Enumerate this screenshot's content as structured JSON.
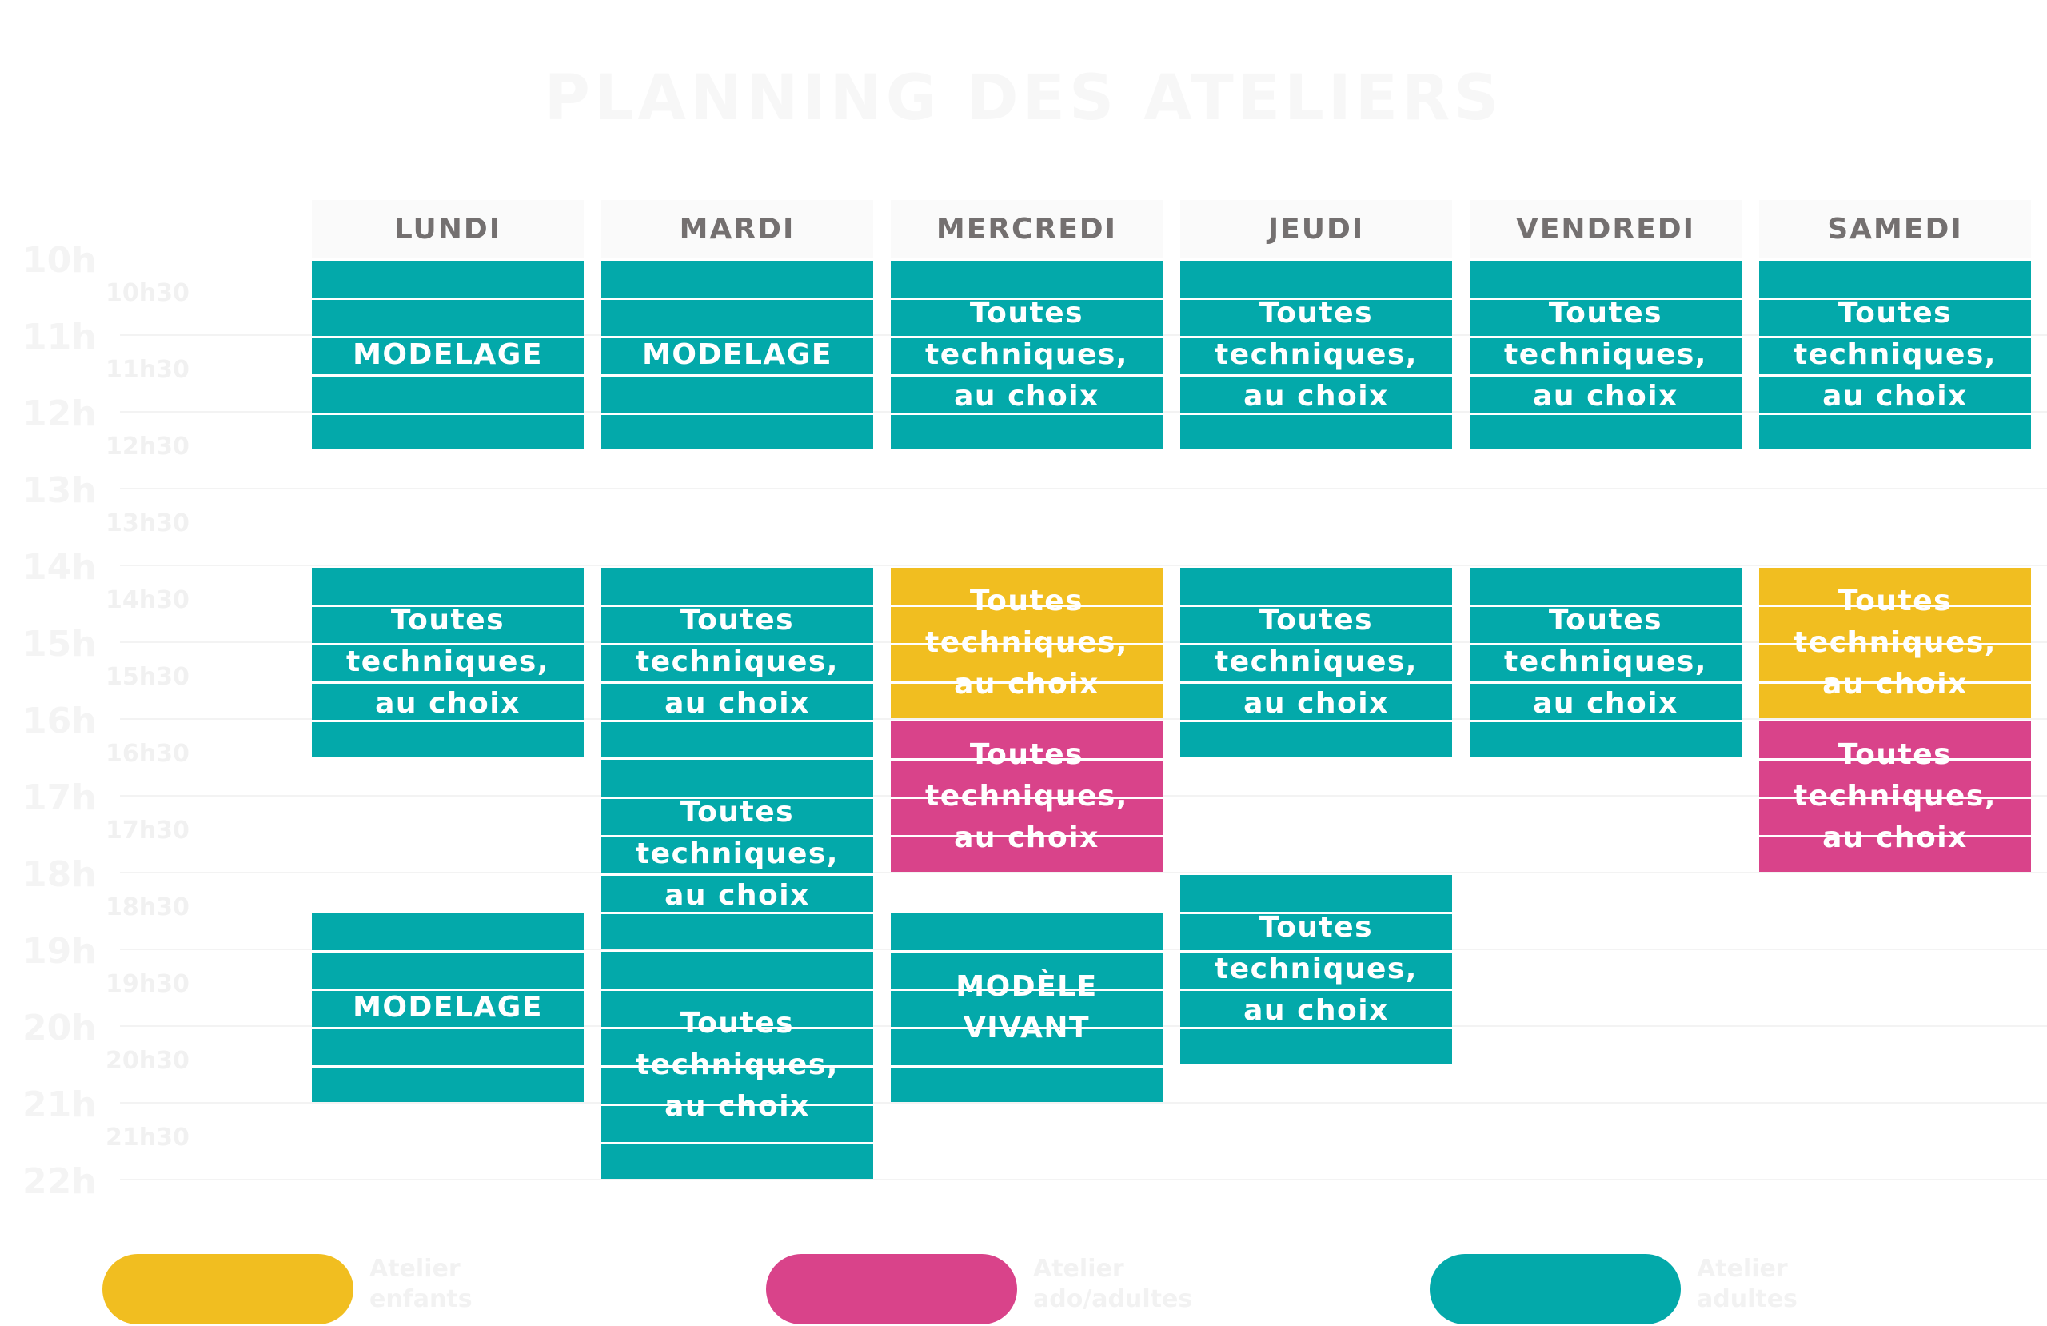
{
  "title": "PLANNING DES ATELIERS",
  "colors": {
    "teal": "#03a9aa",
    "yellow": "#f1be20",
    "pink": "#d9438a",
    "header_text": "#747070",
    "white": "#ffffff"
  },
  "timeline": {
    "hours": [
      "10h",
      "11h",
      "12h",
      "13h",
      "14h",
      "15h",
      "16h",
      "17h",
      "18h",
      "19h",
      "20h",
      "21h",
      "22h"
    ],
    "half_hours": [
      "10h30",
      "11h30",
      "12h30",
      "13h30",
      "14h30",
      "15h30",
      "16h30",
      "17h30",
      "18h30",
      "19h30",
      "20h30",
      "21h30"
    ]
  },
  "days": [
    "LUNDI",
    "MARDI",
    "MERCREDI",
    "JEUDI",
    "VENDREDI",
    "SAMEDI"
  ],
  "blocks": [
    {
      "day": 0,
      "start": "10:00",
      "end": "12:30",
      "color": "teal",
      "label": "MODELAGE"
    },
    {
      "day": 0,
      "start": "14:00",
      "end": "16:30",
      "color": "teal",
      "label": "Toutes\ntechniques,\nau choix"
    },
    {
      "day": 0,
      "start": "18:30",
      "end": "21:00",
      "color": "teal",
      "label": "MODELAGE"
    },
    {
      "day": 1,
      "start": "10:00",
      "end": "12:30",
      "color": "teal",
      "label": "MODELAGE"
    },
    {
      "day": 1,
      "start": "14:00",
      "end": "16:30",
      "color": "teal",
      "label": "Toutes\ntechniques,\nau choix"
    },
    {
      "day": 1,
      "start": "16:30",
      "end": "19:00",
      "color": "teal",
      "label": "Toutes\ntechniques,\nau choix"
    },
    {
      "day": 1,
      "start": "19:00",
      "end": "22:00",
      "color": "teal",
      "label": "Toutes\ntechniques,\nau choix"
    },
    {
      "day": 2,
      "start": "10:00",
      "end": "12:30",
      "color": "teal",
      "label": "Toutes\ntechniques,\nau choix"
    },
    {
      "day": 2,
      "start": "14:00",
      "end": "16:00",
      "color": "yellow",
      "label": "Toutes\ntechniques,\nau choix"
    },
    {
      "day": 2,
      "start": "16:00",
      "end": "18:00",
      "color": "pink",
      "label": "Toutes\ntechniques,\nau choix"
    },
    {
      "day": 2,
      "start": "18:30",
      "end": "21:00",
      "color": "teal",
      "label": "MODÈLE\nVIVANT"
    },
    {
      "day": 3,
      "start": "10:00",
      "end": "12:30",
      "color": "teal",
      "label": "Toutes\ntechniques,\nau choix"
    },
    {
      "day": 3,
      "start": "14:00",
      "end": "16:30",
      "color": "teal",
      "label": "Toutes\ntechniques,\nau choix"
    },
    {
      "day": 3,
      "start": "18:00",
      "end": "20:30",
      "color": "teal",
      "label": "Toutes\ntechniques,\nau choix"
    },
    {
      "day": 4,
      "start": "10:00",
      "end": "12:30",
      "color": "teal",
      "label": "Toutes\ntechniques,\nau choix"
    },
    {
      "day": 4,
      "start": "14:00",
      "end": "16:30",
      "color": "teal",
      "label": "Toutes\ntechniques,\nau choix"
    },
    {
      "day": 5,
      "start": "10:00",
      "end": "12:30",
      "color": "teal",
      "label": "Toutes\ntechniques,\nau choix"
    },
    {
      "day": 5,
      "start": "14:00",
      "end": "16:00",
      "color": "yellow",
      "label": "Toutes\ntechniques,\nau choix"
    },
    {
      "day": 5,
      "start": "16:00",
      "end": "18:00",
      "color": "pink",
      "label": "Toutes\ntechniques,\nau choix"
    }
  ],
  "legend": [
    {
      "color": "yellow",
      "text": "Atelier\nenfants"
    },
    {
      "color": "pink",
      "text": "Atelier\nado/adultes"
    },
    {
      "color": "teal",
      "text": "Atelier\nadultes"
    }
  ]
}
